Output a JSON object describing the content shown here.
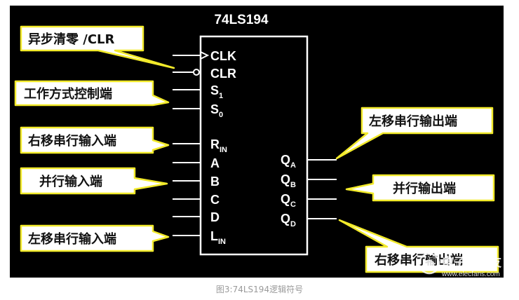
{
  "diagram": {
    "title": "74LS194",
    "colors": {
      "background": "#000000",
      "line": "#ffffff",
      "callout_fill": "#ffffff",
      "callout_border": "#f2ea2a",
      "callout_text": "#111111",
      "pin_text": "#ffffff"
    },
    "pins_left": [
      {
        "main": "CLK",
        "sub": ""
      },
      {
        "main": "CLR",
        "sub": ""
      },
      {
        "main": "S",
        "sub": "1"
      },
      {
        "main": "S",
        "sub": "0"
      },
      {
        "main": "R",
        "sub": "IN"
      },
      {
        "main": "A",
        "sub": ""
      },
      {
        "main": "B",
        "sub": ""
      },
      {
        "main": "C",
        "sub": ""
      },
      {
        "main": "D",
        "sub": ""
      },
      {
        "main": "L",
        "sub": "IN"
      }
    ],
    "pins_right": [
      {
        "main": "Q",
        "sub": "A"
      },
      {
        "main": "Q",
        "sub": "B"
      },
      {
        "main": "Q",
        "sub": "C"
      },
      {
        "main": "Q",
        "sub": "D"
      }
    ],
    "callouts": {
      "async_clear": "异步清零 /CLR",
      "mode_control": "工作方式控制端",
      "right_shift_input": "右移串行输入端",
      "parallel_input": "并行输入端",
      "left_shift_input": "左移串行输入端",
      "left_shift_output": "左移串行输出端",
      "parallel_output": "并行输出端",
      "right_shift_output": "右移串行输出端"
    }
  },
  "watermark": {
    "cn": "电子发烧友",
    "url": "www.elecfans.com"
  },
  "caption": "图3:74LS194逻辑符号"
}
